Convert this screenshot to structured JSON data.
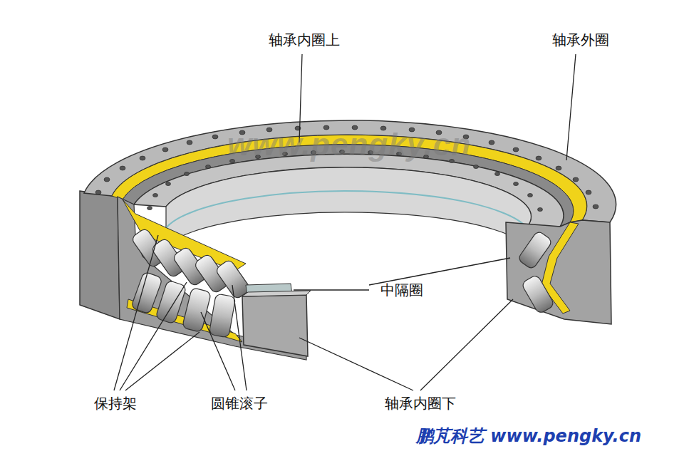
{
  "diagram": {
    "labels": [
      "轴承内圈上",
      "轴承外圈",
      "www.pengky.cn",
      "中隔圈",
      "保持架",
      "圆锥滚子",
      "轴承内圈下",
      "鹏芃科艺 www.pengky.cn"
    ]
  }
}
